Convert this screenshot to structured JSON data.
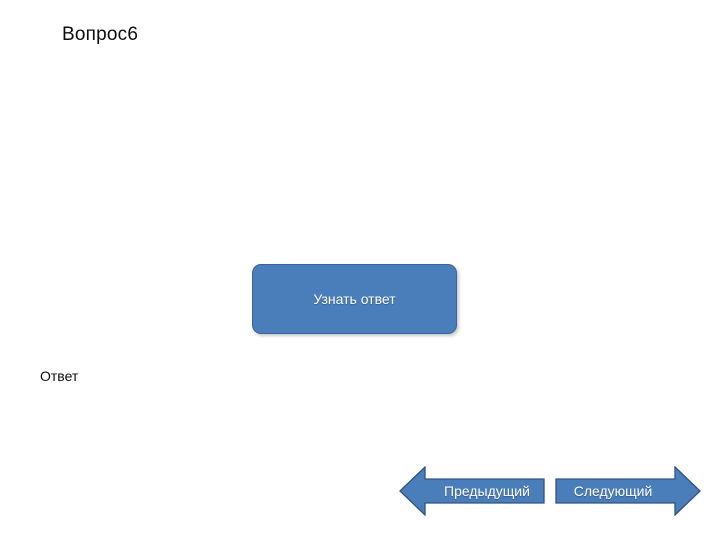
{
  "slide": {
    "title": "Вопрос6",
    "background_color": "#ffffff",
    "accent_color": "#4a7ebb",
    "accent_border_color": "#3a6498",
    "text_color": "#0d0d0d",
    "button_text_color": "#ffffff"
  },
  "reveal": {
    "label": "Узнать ответ"
  },
  "answer": {
    "label": "Ответ",
    "value": ""
  },
  "navigation": {
    "prev": {
      "label": "Предыдущий",
      "icon": "arrow-left-icon"
    },
    "next": {
      "label": "Следующий",
      "icon": "arrow-right-icon"
    }
  }
}
